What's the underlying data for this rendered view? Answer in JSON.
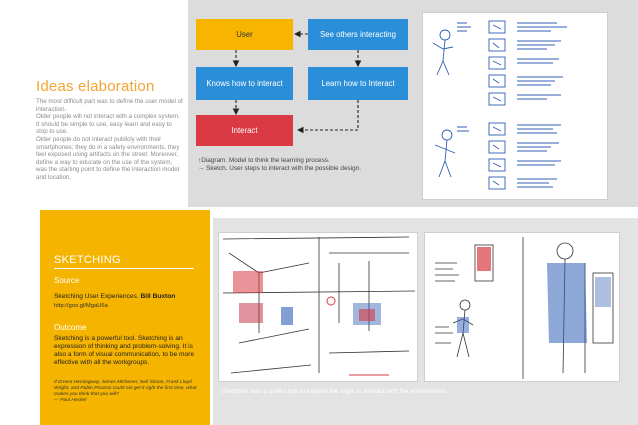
{
  "ideas": {
    "title": "Ideas elaboration",
    "paragraphs": [
      "The most difficult part was to define the user model of interaction.",
      "Older people will not interact with a complex system. It should be simple to use, easy learn and easy to stop to use.",
      "Older people do not interact publicly with their smartphones; they do in a safety environments, they feel exposed using artifacts on the street. Moreover, define a way to educate on the use of the system, was the starting point to define the interaction model and location."
    ]
  },
  "diagram": {
    "user": "User",
    "see_others": "See others interacting",
    "knows_how": "Knows how to interact",
    "learn_how": "Learn how to Interact",
    "interact": "Interact",
    "caption_1": "↑Diagram. Model to think the learning process.",
    "caption_2": "→ Sketch. User steps to interact with the possible design."
  },
  "sketching": {
    "title": "SKETCHING",
    "source_heading": "Source",
    "book_title": "Sketching User Experiences.",
    "book_author": " Bill Buxton",
    "url": "http://goo.gl/MgaU6a",
    "outcome_heading": "Outcome",
    "outcome_text": "Sketching is a powerful tool. Sketching is an expression of thinking and problem-solving. It is also a form of visual communication, to be more effective with all the workgroups.",
    "quote": "If Ernest Hemingway, James Michener, Neil Simon, Frank Lloyd Wright, and Pablo Picasso could not get it right the first time, what makes you think that you will?",
    "quote_author": "— Paul Heckel"
  },
  "bottom_caption": "↑Sketches was a useful tool to explore the ways to interact with the environment.",
  "colors": {
    "orange_title": "#f3a531",
    "yellow": "#f7b500",
    "blue": "#2a8fd8",
    "red": "#d93a43",
    "panel_yellow": "#f5b400",
    "gray": "#dcdcdc"
  }
}
